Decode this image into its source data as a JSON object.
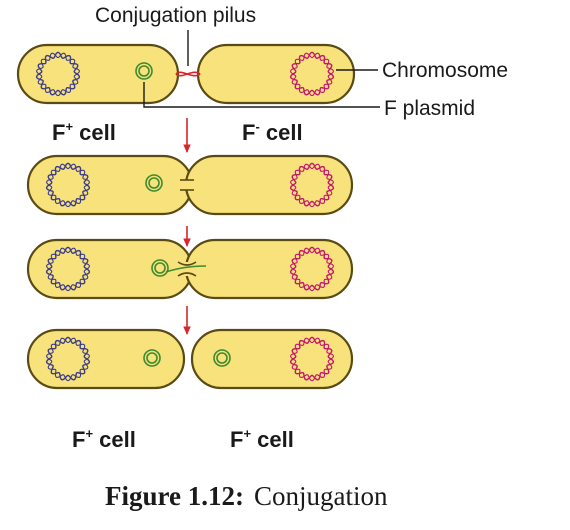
{
  "labels": {
    "pilus": "Conjugation pilus",
    "chromosome": "Chromosome",
    "plasmid": "F plasmid"
  },
  "cell_labels": {
    "top_left_main": "F",
    "top_left_sup": "+",
    "top_left_suffix": " cell",
    "top_right_main": "F",
    "top_right_sup": "-",
    "top_right_suffix": " cell",
    "bottom_left_main": "F",
    "bottom_left_sup": "+",
    "bottom_left_suffix": " cell",
    "bottom_right_main": "F",
    "bottom_right_sup": "+",
    "bottom_right_suffix": " cell"
  },
  "caption": {
    "number": "Figure 1.12:",
    "title": "Conjugation"
  },
  "colors": {
    "cell_fill": "#f7e27c",
    "cell_outline": "#5a4a14",
    "donor_chromosome": "#3d3d8a",
    "recipient_chromosome": "#c2186e",
    "plasmid": "#3e8a2e",
    "pilus_strand": "#d9262c",
    "arrow": "#d9262c"
  }
}
